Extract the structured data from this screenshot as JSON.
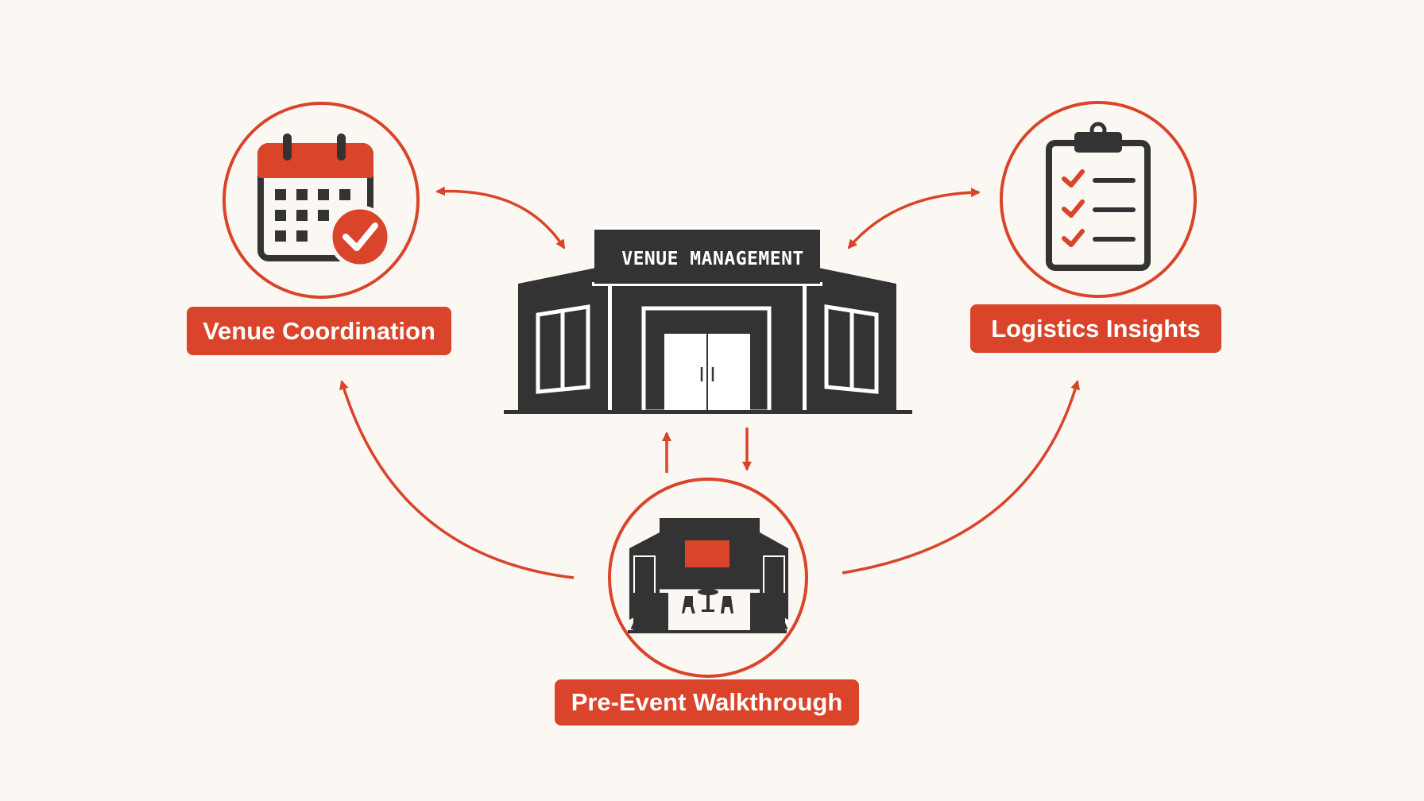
{
  "colors": {
    "background": "#fbf8f3",
    "accent": "#d9442a",
    "dark": "#333333",
    "white": "#ffffff"
  },
  "center": {
    "sign_text": "VENUE MANAGEMENT",
    "icon": "building-icon"
  },
  "nodes": [
    {
      "id": "venue-coordination",
      "label": "Venue Coordination",
      "icon": "calendar-check-icon"
    },
    {
      "id": "logistics-insights",
      "label": "Logistics Insights",
      "icon": "clipboard-checklist-icon"
    },
    {
      "id": "pre-event-walkthrough",
      "label": "Pre-Event Walkthrough",
      "icon": "event-booth-icon"
    }
  ]
}
